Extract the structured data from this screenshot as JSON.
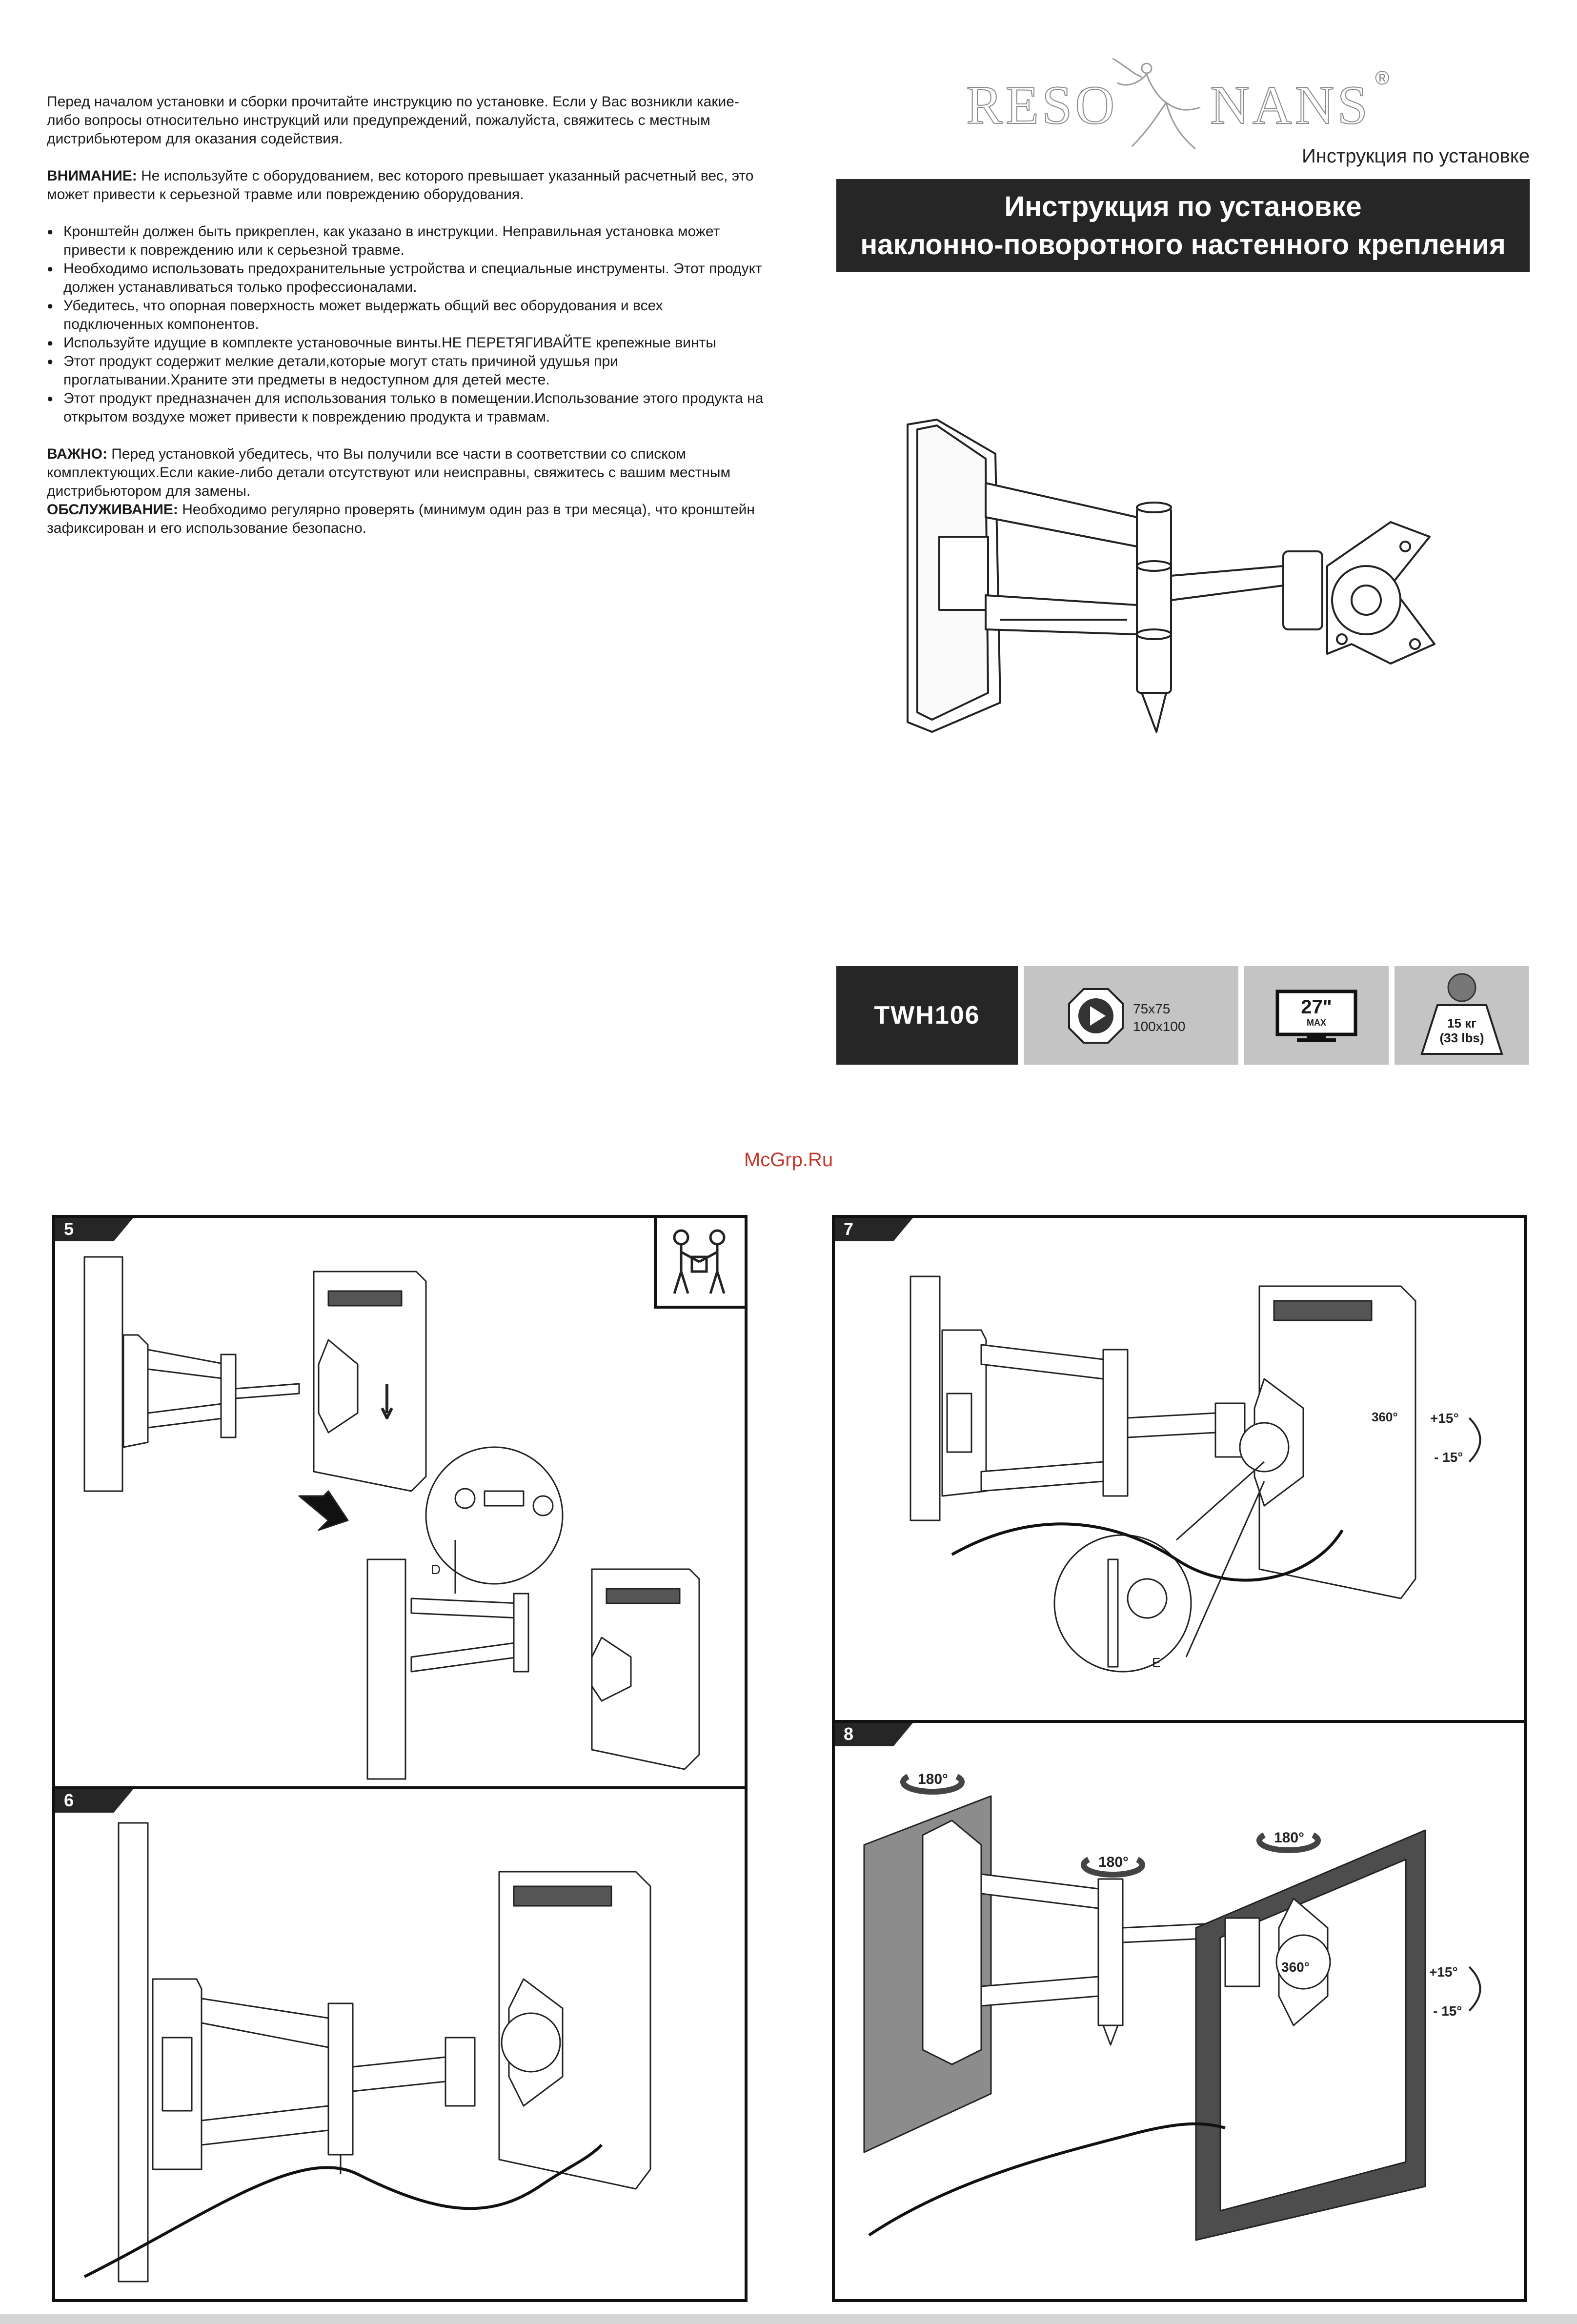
{
  "intro": {
    "paragraph1": "Перед началом установки и сборки прочитайте инструкцию по установке. Если у Вас возникли какие-либо вопросы относительно инструкций или предупреждений, пожалуйста, свяжитесь с местным дистрибьютером для оказания содействия.",
    "warning_label": "ВНИМАНИЕ:",
    "warning_text": " Не используйте с оборудованием, вес которого превышает указанный расчетный вес, это может привести к серьезной травме или повреждению оборудования.",
    "bullets": [
      "Кронштейн должен быть прикреплен, как указано в инструкции. Неправильная установка может привести к повреждению или к серьезной травме.",
      "Необходимо использовать предохранительные устройства и специальные инструменты. Этот продукт должен устанавливаться только профессионалами.",
      "Убедитесь, что опорная поверхность может выдержать общий вес оборудования и всех подключенных компонентов.",
      "Используйте идущие в комплекте установочные винты.НЕ ПЕРЕТЯГИВАЙТЕ крепежные винты",
      "Этот продукт содержит мелкие детали,которые могут стать причиной удушья при проглатывании.Храните эти предметы в недоступном для детей месте.",
      "Этот продукт предназначен для использования только в помещении.Использование этого продукта на открытом воздухе может привести к повреждению продукта и травмам."
    ],
    "important_label": "ВАЖНО:",
    "important_text": " Перед установкой убедитесь, что Вы получили все части в соответствии со списком комплектующих.Если какие-либо детали отсутствуют или неисправны, свяжитесь с вашим местным дистрибьютором для замены.",
    "service_label": "ОБСЛУЖИВАНИЕ:",
    "service_text": " Необходимо регулярно проверять (минимум один раз в три месяца), что кронштейн зафиксирован и его использование безопасно."
  },
  "brand": {
    "left": "RESO",
    "right": "NANS",
    "reg": "®"
  },
  "header": {
    "subtitle": "Инструкция по установке",
    "title_line1": "Инструкция по установке",
    "title_line2": "наклонно-поворотного настенного крепления"
  },
  "specs": {
    "model": "TWH106",
    "vesa_line1": "75x75",
    "vesa_line2": "100x100",
    "screen_size": "27\"",
    "screen_max": "MAX",
    "weight_kg": "15 кг",
    "weight_lbs": "(33 lbs)"
  },
  "watermark": "McGrp.Ru",
  "steps": {
    "s5": "5",
    "s6": "6",
    "s7": "7",
    "s8": "8",
    "label_d": "D",
    "label_e": "E",
    "deg360": "360°",
    "deg180": "180°",
    "tilt_up": "+15°",
    "tilt_down": "- 15°"
  },
  "icons": {
    "vesa": "vesa-pattern-icon",
    "screen": "monitor-icon",
    "weight": "weight-icon",
    "two_people": "two-person-install-icon"
  }
}
